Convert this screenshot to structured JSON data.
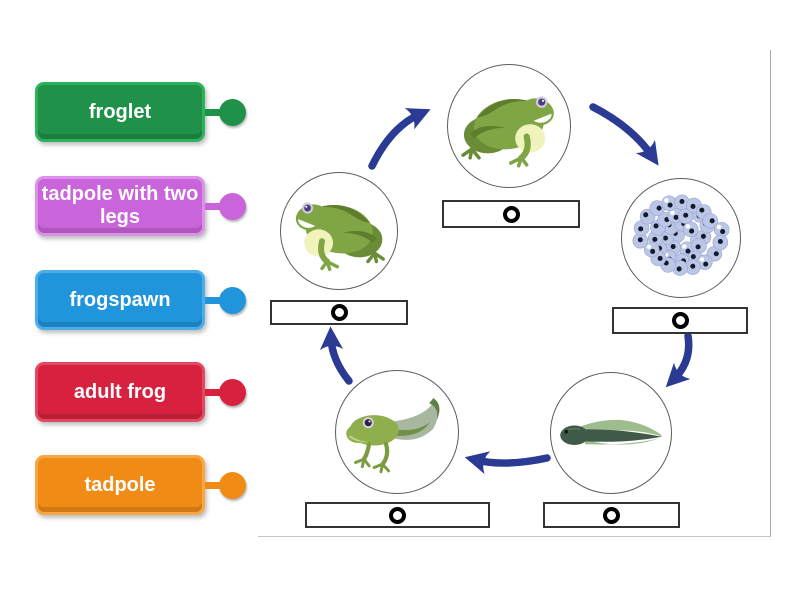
{
  "activity": {
    "type": "labelled-diagram",
    "topic": "frog life cycle"
  },
  "labels": [
    {
      "id": "froglet",
      "text": "froglet",
      "color": "#1f9148",
      "rim": "#2db25c"
    },
    {
      "id": "tadpole-with-two-legs",
      "text": "tadpole with two legs",
      "color": "#c964da",
      "rim": "#db92e9"
    },
    {
      "id": "frogspawn",
      "text": "frogspawn",
      "color": "#2095dc",
      "rim": "#4cadea"
    },
    {
      "id": "adult-frog",
      "text": "adult frog",
      "color": "#d7213e",
      "rim": "#e1495f"
    },
    {
      "id": "tadpole",
      "text": "tadpole",
      "color": "#f08c16",
      "rim": "#f6a943"
    }
  ],
  "diagram": {
    "arrow_color": "#2b3b94",
    "egg_color": "#bcc6e6",
    "stages": [
      {
        "id": "adult-frog-stage",
        "image": "adult-frog-illustration",
        "position": "top"
      },
      {
        "id": "frogspawn-stage",
        "image": "frogspawn-illustration",
        "position": "right"
      },
      {
        "id": "tadpole-stage",
        "image": "tadpole-illustration",
        "position": "bottom-right"
      },
      {
        "id": "tadpole-two-legs-stage",
        "image": "tadpole-with-two-legs-illustration",
        "position": "bottom-left"
      },
      {
        "id": "froglet-stage",
        "image": "froglet-illustration",
        "position": "left"
      }
    ],
    "drop_targets": 5
  }
}
